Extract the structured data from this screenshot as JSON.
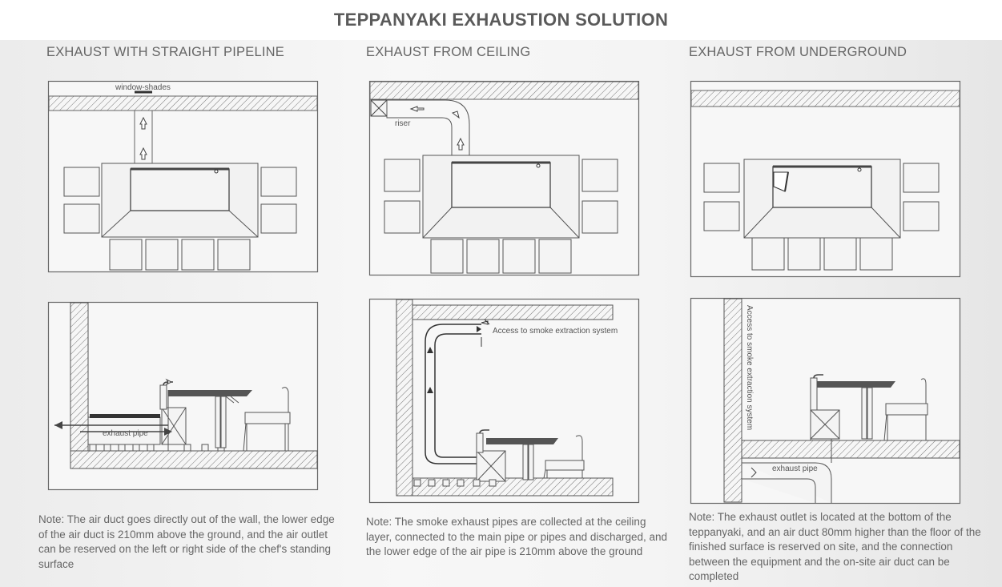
{
  "title": "TEPPANYAKI EXHAUSTION SOLUTION",
  "columns": [
    {
      "heading": "EXHAUST WITH STRAIGHT PIPELINE",
      "top_label": "window-shades",
      "side_label": "exhaust pipe",
      "note": "Note: The air duct goes directly out of the wall, the lower edge of the air duct is 210mm above the ground, and the air outlet can be reserved on the left or right side of the chef's standing surface"
    },
    {
      "heading": "EXHAUST FROM CEILING",
      "top_label": "riser",
      "side_label": "Access to smoke extraction system",
      "note": "Note: The smoke exhaust pipes are collected at the ceiling layer, connected to the main pipe or pipes and discharged, and the lower edge of the air pipe is 210mm above the ground"
    },
    {
      "heading": "EXHAUST FROM UNDERGROUND",
      "side_label": "Access to smoke extraction system",
      "side_label_2": "exhaust pipe",
      "note": "Note: The exhaust outlet is located at the bottom of the teppanyaki, and an air duct 80mm higher than the floor of the finished surface is reserved on site, and the connection between the equipment and the on-site air duct can be completed"
    }
  ]
}
